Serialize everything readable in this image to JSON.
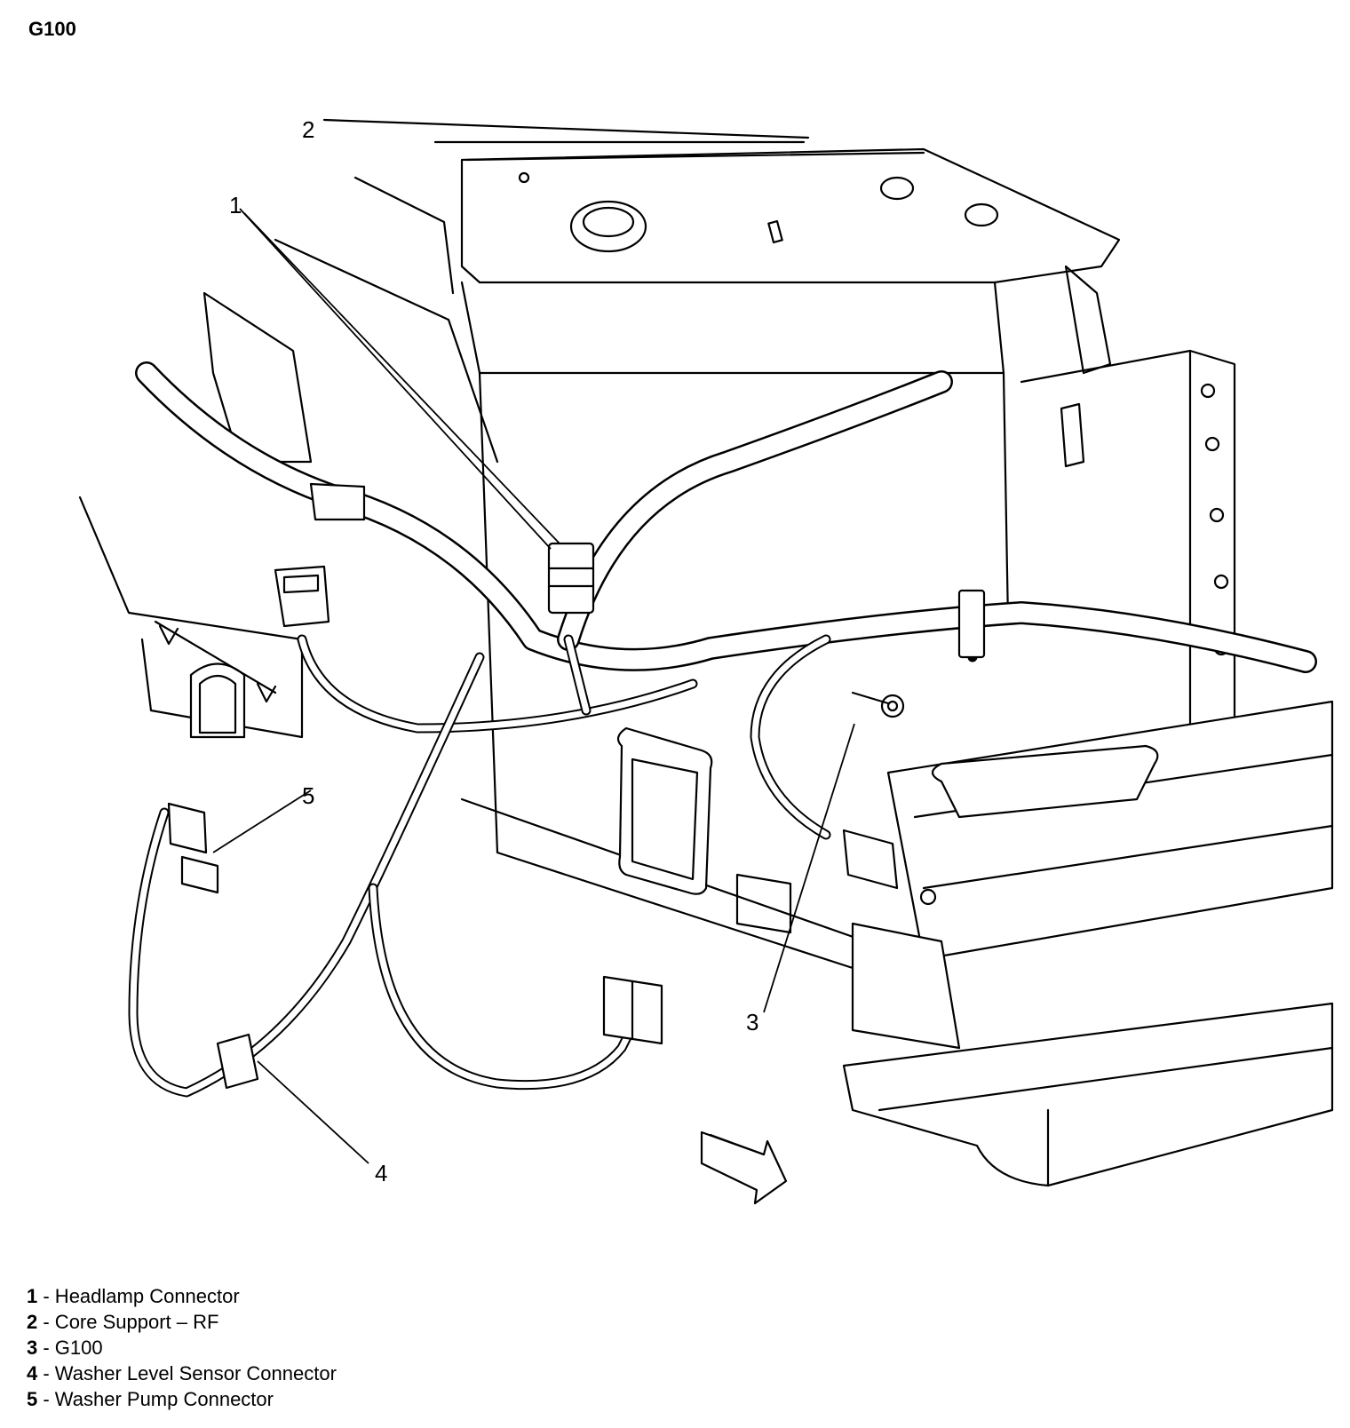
{
  "title": "G100",
  "callouts": {
    "c1": "1",
    "c2": "2",
    "c3": "3",
    "c4": "4",
    "c5": "5"
  },
  "legend": [
    {
      "num": "1",
      "text": " - Headlamp Connector"
    },
    {
      "num": "2",
      "text": " - Core Support – RF"
    },
    {
      "num": "3",
      "text": " - G100"
    },
    {
      "num": "4",
      "text": " - Washer Level Sensor Connector"
    },
    {
      "num": "5",
      "text": " - Washer Pump Connector"
    }
  ]
}
